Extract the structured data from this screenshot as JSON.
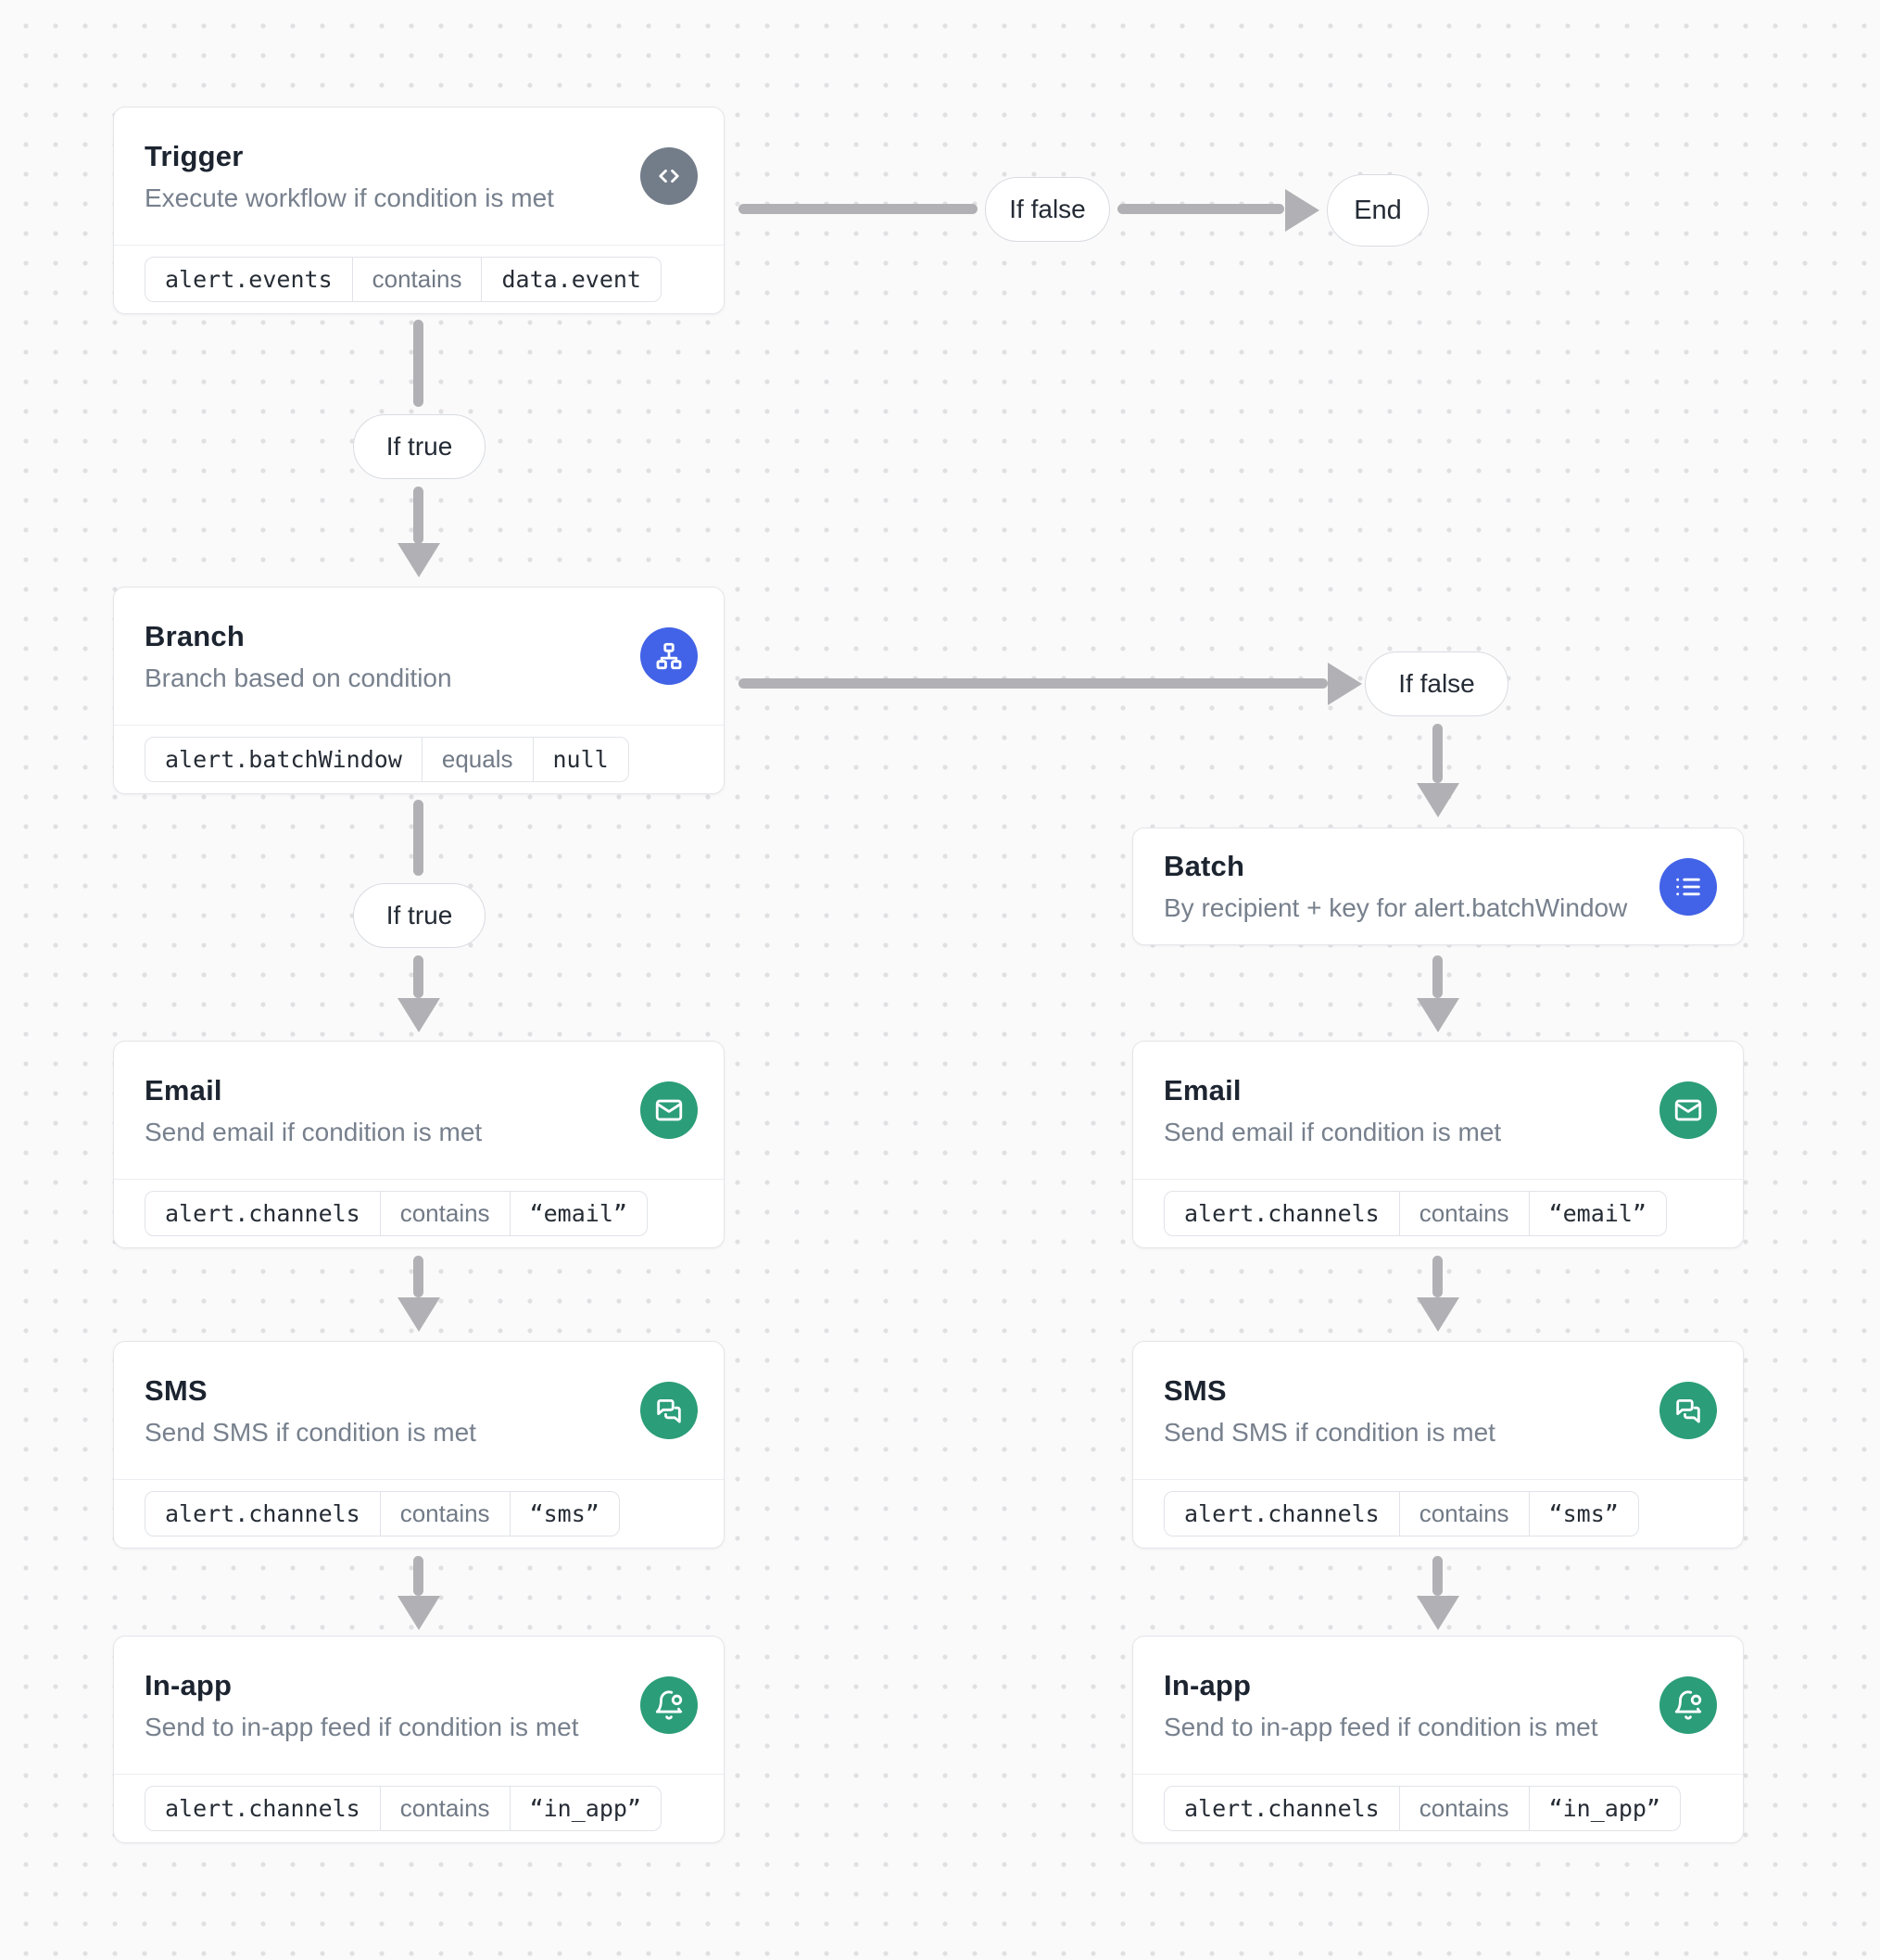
{
  "colors": {
    "background": "#fafafa",
    "dot_grid": "#e0e0e3",
    "node_border": "#e5e6ea",
    "arrow": "#b1b1b5",
    "icon_gray": "#737d89",
    "icon_blue": "#4263e7",
    "icon_green": "#2b9d78"
  },
  "nodes": {
    "trigger": {
      "title": "Trigger",
      "subtitle": "Execute workflow if condition is met",
      "icon": "code-icon",
      "condition": {
        "field": "alert.events",
        "operator": "contains",
        "value": "data.event"
      }
    },
    "branch": {
      "title": "Branch",
      "subtitle": "Branch based on condition",
      "icon": "branch-icon",
      "condition": {
        "field": "alert.batchWindow",
        "operator": "equals",
        "value": "null"
      }
    },
    "batch": {
      "title": "Batch",
      "subtitle": "By recipient + key for alert.batchWindow",
      "icon": "list-icon"
    },
    "email_left": {
      "title": "Email",
      "subtitle": "Send email if condition is met",
      "icon": "mail-icon",
      "condition": {
        "field": "alert.channels",
        "operator": "contains",
        "value": "“email”"
      }
    },
    "sms_left": {
      "title": "SMS",
      "subtitle": "Send SMS if condition is met",
      "icon": "chat-icon",
      "condition": {
        "field": "alert.channels",
        "operator": "contains",
        "value": "“sms”"
      }
    },
    "inapp_left": {
      "title": "In-app",
      "subtitle": "Send to in-app feed if condition is met",
      "icon": "bell-icon",
      "condition": {
        "field": "alert.channels",
        "operator": "contains",
        "value": "“in_app”"
      }
    },
    "email_right": {
      "title": "Email",
      "subtitle": "Send email if condition is met",
      "icon": "mail-icon",
      "condition": {
        "field": "alert.channels",
        "operator": "contains",
        "value": "“email”"
      }
    },
    "sms_right": {
      "title": "SMS",
      "subtitle": "Send SMS if condition is met",
      "icon": "chat-icon",
      "condition": {
        "field": "alert.channels",
        "operator": "contains",
        "value": "“sms”"
      }
    },
    "inapp_right": {
      "title": "In-app",
      "subtitle": "Send to in-app feed if condition is met",
      "icon": "bell-icon",
      "condition": {
        "field": "alert.channels",
        "operator": "contains",
        "value": "“in_app”"
      }
    }
  },
  "edge_labels": {
    "if_false_1": "If false",
    "if_true_1": "If true",
    "if_false_2": "If false",
    "if_true_2": "If true"
  },
  "end_node": {
    "label": "End"
  }
}
